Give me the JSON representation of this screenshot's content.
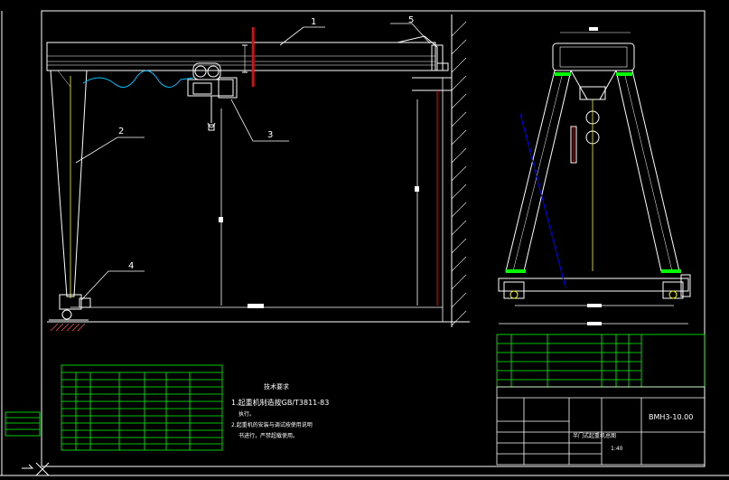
{
  "callouts": {
    "c1": "1",
    "c2": "2",
    "c3": "3",
    "c4": "4",
    "c5": "5"
  },
  "notes": {
    "heading": "技术要求",
    "line1": "1.起重机制造按GB/T3811-83",
    "line1b": "执行。",
    "line2": "2.起重机的安装与调试按使用说明",
    "line2b": "书进行，严禁超载使用。"
  },
  "title_block": {
    "drawing_number": "BMH3-10.00",
    "product_name": "半门式起重机总图",
    "scale": "1:40"
  },
  "colors": {
    "frame": "#ffffff",
    "table": "#00ff00",
    "rail": "#ff0000",
    "hoist": "#ffffff",
    "cable": "#00bfff",
    "axis": "#ffff00",
    "dim": "#0000ff"
  }
}
